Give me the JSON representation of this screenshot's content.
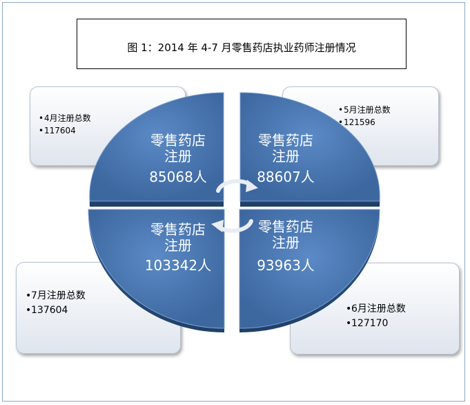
{
  "title": "图 1：2014 年 4-7 月零售药店执业药师注册情况",
  "colors": {
    "segment": "#4a78b5",
    "segment_dark": "#2f5a8f",
    "card_border": "#b7c1cf"
  },
  "quadrants": [
    {
      "id": "top-left",
      "line1": "零售药店",
      "line2": "注册",
      "value": "85068人"
    },
    {
      "id": "top-right",
      "line1": "零售药店",
      "line2": "注册",
      "value": "88607人"
    },
    {
      "id": "bottom-left",
      "line1": "零售药店",
      "line2": "注册",
      "value": "103342人"
    },
    {
      "id": "bottom-right",
      "line1": "零售药店",
      "line2": "注册",
      "value": "93963人"
    }
  ],
  "cards": {
    "april": {
      "label": "4月注册总数",
      "value": "117604"
    },
    "may": {
      "label": "5月注册总数",
      "value": "121596"
    },
    "june": {
      "label": "6月注册总数",
      "value": "127170"
    },
    "july": {
      "label": "7月注册总数",
      "value": "137604"
    }
  }
}
